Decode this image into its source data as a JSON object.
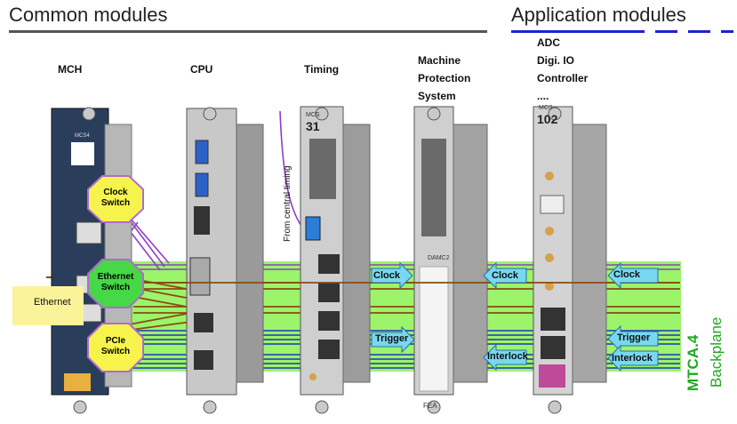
{
  "headers": {
    "common": "Common modules",
    "application": "Application modules"
  },
  "columns": {
    "mch": "MCH",
    "cpu": "CPU",
    "timing": "Timing",
    "mps": [
      "Machine",
      "Protection",
      "System"
    ],
    "app": [
      "ADC",
      "Digi. IO",
      "Controller",
      "...."
    ]
  },
  "hubs": {
    "clock_switch": [
      "Clock",
      "Switch"
    ],
    "ethernet_switch": [
      "Ethernet",
      "Switch"
    ],
    "pcie_switch": [
      "PCIe",
      "Switch"
    ]
  },
  "ethernet_box": "Ethernet",
  "from_central_timing": "From central timing",
  "signals": {
    "clock": "Clock",
    "trigger": "Trigger",
    "interlock": "Interlock"
  },
  "backplane": {
    "primary": "MTCA.4",
    "secondary": "Backplane"
  },
  "card_markings": {
    "mch": "MCS4",
    "timing": "31",
    "timing_prefix": "MCS",
    "app": "102",
    "app_prefix": "MCS",
    "mps_bottom": "DAMC2",
    "mps_foot": "FEA"
  },
  "colors": {
    "backplane_green": "#9cf46a",
    "clock_hub": "#f6f44c",
    "ethernet_hub": "#46d846",
    "pcie_hub": "#f6f44c",
    "hub_border": "#b06ad0",
    "ethernet_box": "#fbf39a",
    "arrow_cyan": "#78d8f0",
    "line_blue": "#2235b8",
    "line_brown": "#8c4a14",
    "line_purple": "#8e3ec8",
    "mtca_label": "#1fa81f"
  }
}
